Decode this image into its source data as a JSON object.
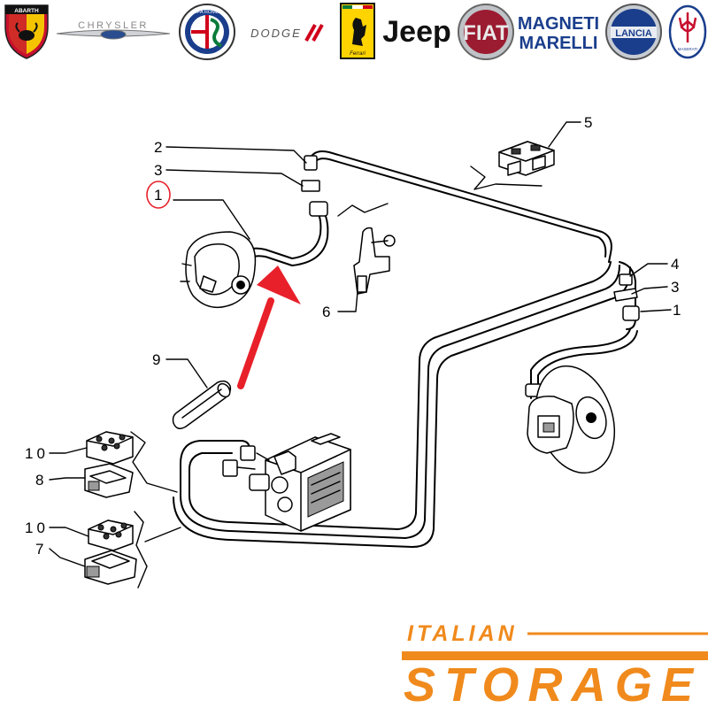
{
  "brand_bar": {
    "logos": [
      {
        "name": "abarth",
        "label": "ABARTH"
      },
      {
        "name": "chrysler",
        "label": "CHRYSLER"
      },
      {
        "name": "alfa-romeo",
        "label": "ALFA ROMEO"
      },
      {
        "name": "dodge",
        "label": "DODGE"
      },
      {
        "name": "ferrari",
        "label": "Ferrari"
      },
      {
        "name": "jeep",
        "label": "Jeep"
      },
      {
        "name": "fiat",
        "label": "FIAT"
      },
      {
        "name": "magneti-marelli",
        "label_line1": "MAGNETI",
        "label_line2": "MARELLI"
      },
      {
        "name": "lancia",
        "label": "LANCIA"
      },
      {
        "name": "maserati",
        "label": "MASERATI"
      }
    ]
  },
  "diagram": {
    "callouts": [
      "1",
      "2",
      "3",
      "4",
      "3",
      "1",
      "5",
      "6",
      "9",
      "10",
      "8",
      "10",
      "7"
    ],
    "highlight": {
      "label": "1",
      "color": "#e8202a"
    },
    "arrow_color": "#e8202a",
    "line_color": "#000000"
  },
  "watermark": {
    "line1": "ITALIAN",
    "line2": "STORAGE",
    "color": "#f08a1c"
  }
}
